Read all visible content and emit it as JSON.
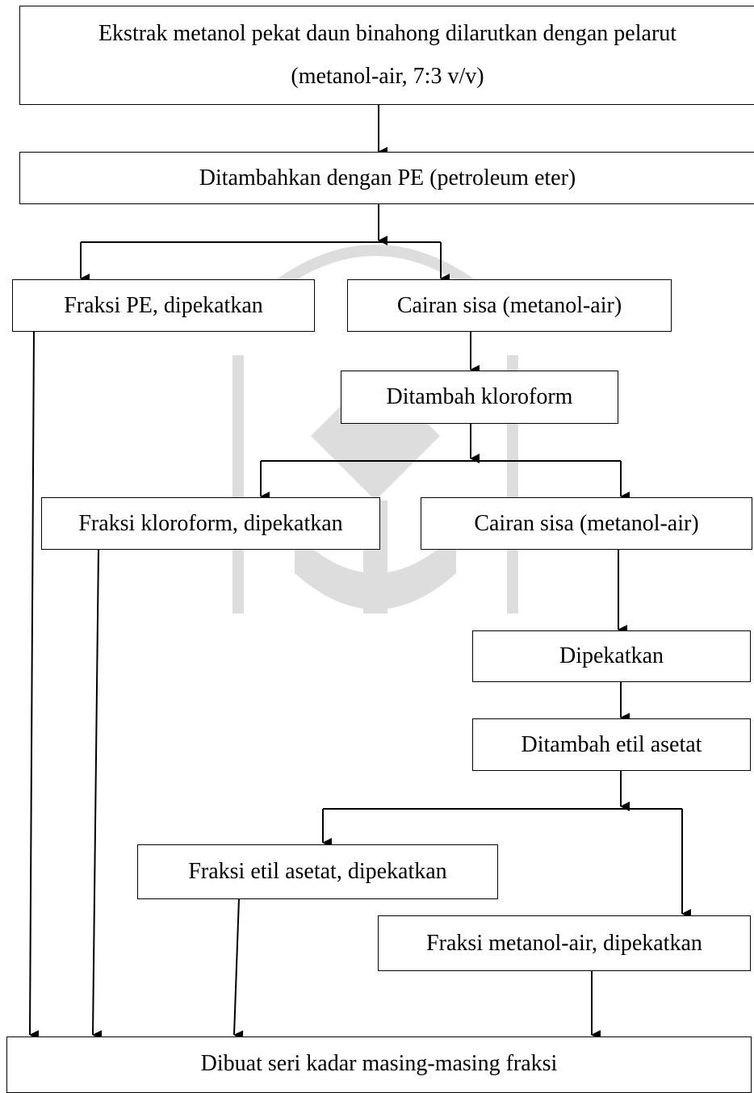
{
  "diagram": {
    "nodes": {
      "start": {
        "line1": "Ekstrak metanol pekat daun binahong dilarutkan dengan pelarut",
        "line2": "(metanol-air, 7:3 v/v)"
      },
      "add_pe": {
        "label": "Ditambahkan dengan PE (petroleum eter)"
      },
      "fraksi_pe": {
        "label": "Fraksi PE, dipekatkan"
      },
      "sisa_1": {
        "label": "Cairan sisa (metanol-air)"
      },
      "kloroform": {
        "label": "Ditambah kloroform"
      },
      "fraksi_kloroform": {
        "label": "Fraksi kloroform, dipekatkan"
      },
      "sisa_2": {
        "label": "Cairan sisa (metanol-air)"
      },
      "dipekatkan": {
        "label": "Dipekatkan"
      },
      "etil_asetat": {
        "label": "Ditambah etil asetat"
      },
      "fraksi_etil_asetat": {
        "label": "Fraksi etil asetat, dipekatkan"
      },
      "fraksi_metanol_air": {
        "label": "Fraksi metanol-air, dipekatkan"
      },
      "final": {
        "label": "Dibuat seri kadar masing-masing fraksi"
      }
    }
  },
  "watermark": {
    "description_icon": "university-seal-icon"
  }
}
